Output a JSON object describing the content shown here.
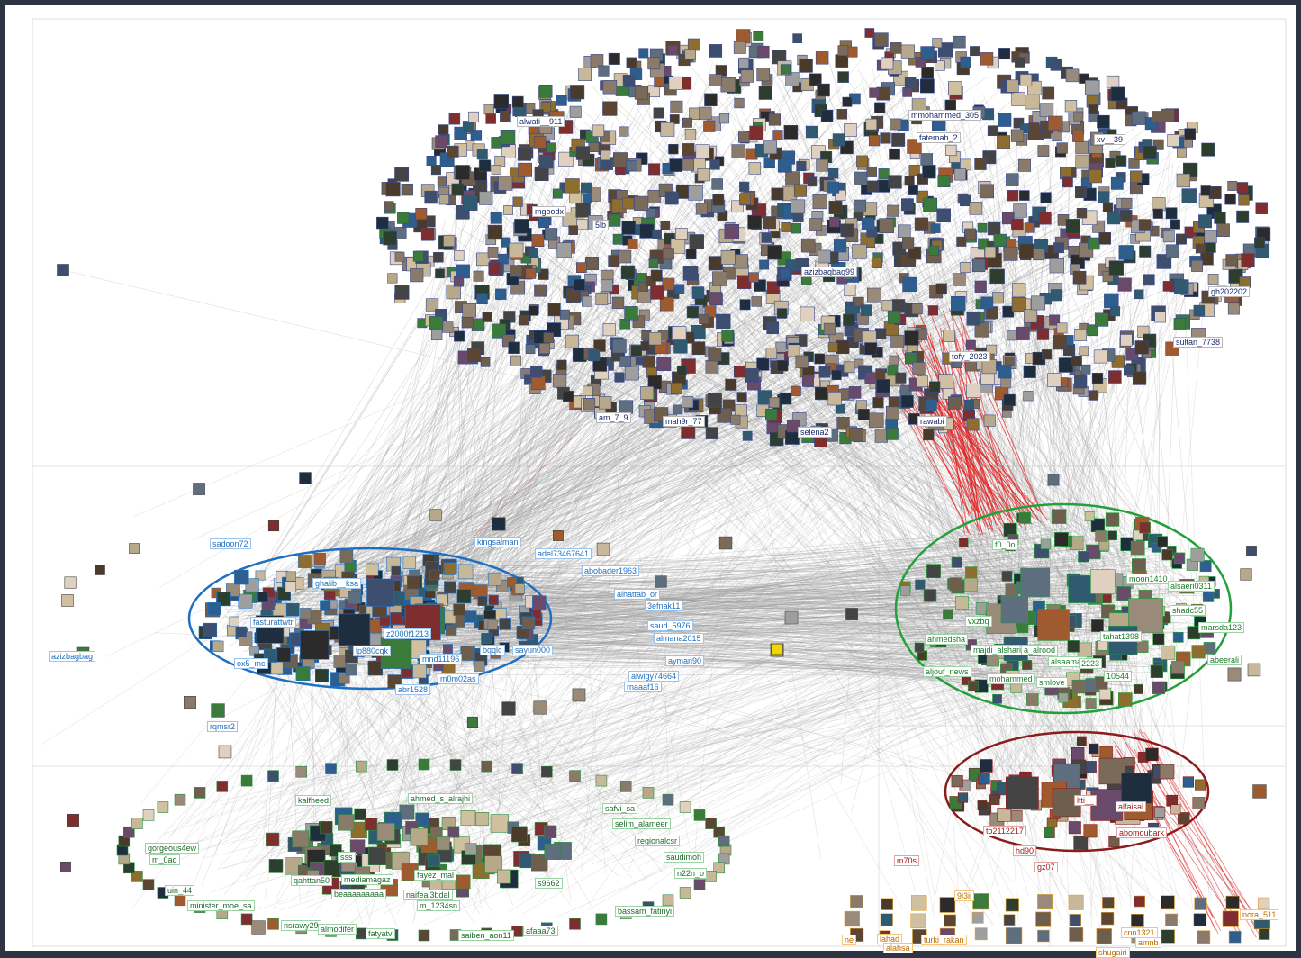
{
  "graph": {
    "groups": [
      {
        "id": "g1",
        "color": "#1a2a6c",
        "ring": "#3a4a8a"
      },
      {
        "id": "g2",
        "color": "#1f6fbf",
        "ring": "#1f6fbf"
      },
      {
        "id": "g3",
        "color": "#1b7a2a",
        "ring": "#22a03a"
      },
      {
        "id": "g4",
        "color": "#a31818",
        "ring": "#8a1c1c"
      },
      {
        "id": "g5",
        "color": "#1b6b2a",
        "ring": "#2b8a3e"
      },
      {
        "id": "g6",
        "color": "#b86c00",
        "ring": "#e0a030"
      }
    ],
    "labels": {
      "g1": [
        "alwafi__911",
        "mmohammed_305",
        "fatemah_2",
        "xv__39",
        "mgoodx",
        "5lb",
        "azizbagbag99",
        "gh202202",
        "sultan_7738",
        "tofy_2023",
        "am_7_9",
        "mah9r_77",
        "selena2",
        "rawabi"
      ],
      "g2": [
        "sadoon72",
        "kingsalman",
        "adel73467641",
        "abobader1963",
        "alhattab_or",
        "3efnak11",
        "saud_5976",
        "almana2015",
        "ayman90",
        "alwigy74664",
        "rnaaaf16",
        "ghalib__ksa",
        "fasturattwtr",
        "z2000f1213",
        "lp880cqk",
        "mnd11196",
        "bqqlc",
        "m0m02as",
        "abr1528",
        "sayun000",
        "azizbagbag",
        "rqmsr2",
        "ox5_mc"
      ],
      "g3": [
        "f0_0o",
        "moon1410",
        "alsaeri0311",
        "shadc55",
        "marsda123",
        "abeerali",
        "majdi_alsharif",
        "a_alrood",
        "alsaamat",
        "2223",
        "tahat1398",
        "10544",
        "mohammed",
        "smlove",
        "vxzbq",
        "ahmedsha",
        "aljouf_news"
      ],
      "g4": [
        "ltti__",
        "alfaisal",
        "abomoubark",
        "to2112217",
        "hd90",
        "gz07",
        "m70s"
      ],
      "g5": [
        "kalfheed",
        "ahmed_s_alrajhi",
        "safvi_sa",
        "selim_alameer",
        "regionalcsr",
        "gorgeous4ew",
        "m_0ao",
        "uin_44",
        "saudimoh",
        "n22n_o",
        "minister_moe_sa",
        "nsrawy29",
        "almodifer",
        "fatyatv",
        "saiben_aon11",
        "afaaa73",
        "bassam_fatinyi",
        "m_1234sn",
        "qahttan50",
        "mediamagaz",
        "beaaaaaaaaa",
        "naifeal3bdal",
        "fayez_mal",
        "sss",
        "s9662"
      ],
      "g6": [
        "ne",
        "lahad",
        "alahsa",
        "turki_rakan",
        "9i3ii",
        "cnn1321",
        "shugairi",
        "amnb",
        "nora_511"
      ]
    }
  }
}
